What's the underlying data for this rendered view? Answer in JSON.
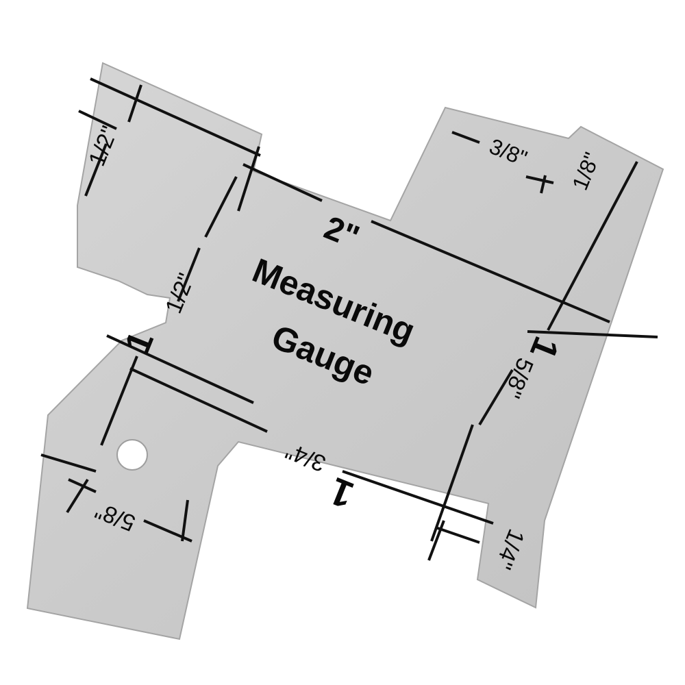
{
  "product": {
    "title_line1": "Measuring",
    "title_line2": "Gauge"
  },
  "markings": {
    "two_inch": "2\"",
    "half_top": "1/2\"",
    "one_and_half_whole": "1",
    "one_and_half_fraction": "1/2\"",
    "three_eighths": "3/8\"",
    "one_eighth": "1/8\"",
    "one_five_eighths_whole": "1",
    "one_five_eighths_fraction": "5/8\"",
    "one_three_quarters_whole": "1",
    "one_three_quarters_fraction": "3/4\"",
    "five_eighths_bottom": "5/8\"",
    "one_quarter": "1/4\""
  },
  "colors": {
    "plate": "#c9c9c9",
    "plate_edge": "#a8a8a8",
    "ink": "#0a0a0a"
  }
}
